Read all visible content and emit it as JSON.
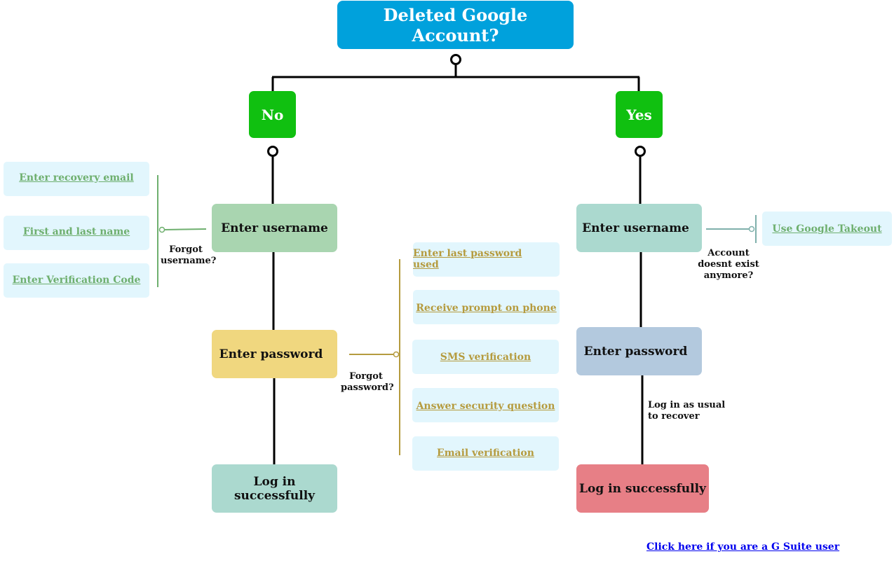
{
  "title": {
    "text": "Deleted Google Account?",
    "color": "#00a1dc"
  },
  "branches": {
    "no": {
      "label": "No",
      "color": "#10c010"
    },
    "yes": {
      "label": "Yes",
      "color": "#10c010"
    }
  },
  "left_flow": {
    "username": {
      "label": "Enter username",
      "color": "#a9d5b0"
    },
    "password": {
      "label": "Enter password",
      "color": "#f0d77f"
    },
    "login": {
      "label": "Log in successfully",
      "color": "#abd9cf"
    }
  },
  "right_flow": {
    "username": {
      "label": "Enter username",
      "color": "#abd9cf"
    },
    "password": {
      "label": "Enter password",
      "color": "#b3c9de"
    },
    "login": {
      "label": "Log in successfully",
      "color": "#e77f86"
    }
  },
  "forgot_username": {
    "note": "Forgot\nusername?",
    "color": "#6eaf6e",
    "options": [
      "Enter recovery email",
      "First and last name",
      "Enter Verification Code"
    ]
  },
  "forgot_password": {
    "note": "Forgot\npassword?",
    "color": "#b59b3e",
    "options": [
      "Enter last password used",
      "Receive prompt on phone",
      "SMS verification",
      "Answer security question",
      "Email verification"
    ]
  },
  "account_gone": {
    "note": "Account\ndoesnt exist\nanymore?",
    "color": "#7fb0ab",
    "option": "Use Google Takeout",
    "option_color": "#6eaf6e"
  },
  "recover_note": "Log in as usual\nto recover",
  "gsuite_link": "Click here if you are a G Suite user"
}
